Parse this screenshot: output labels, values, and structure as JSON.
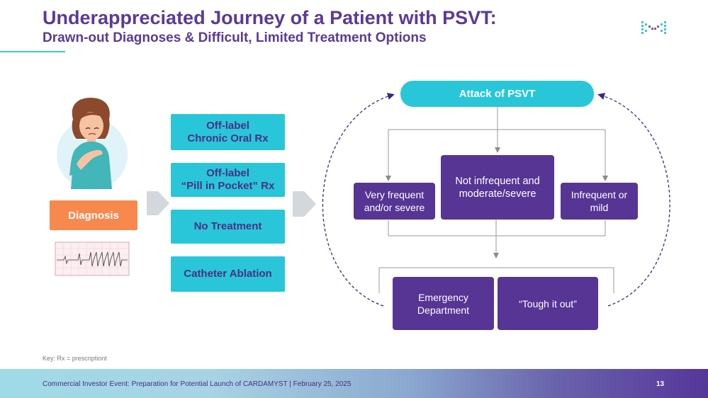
{
  "header": {
    "title": "Underappreciated Journey of a Patient with PSVT:",
    "subtitle": "Drawn-out Diagnoses & Difficult, Limited Treatment Options"
  },
  "left": {
    "diagnosis_label": "Diagnosis"
  },
  "treatments": [
    {
      "line1": "Off-label",
      "line2": "Chronic Oral Rx"
    },
    {
      "line1": "Off-label",
      "line2": "“Pill in Pocket” Rx"
    },
    {
      "line1": "No Treatment",
      "line2": ""
    },
    {
      "line1": "Catheter Ablation",
      "line2": ""
    }
  ],
  "flow": {
    "attack": "Attack of PSVT",
    "very_frequent": "Very frequent and/or severe",
    "not_infrequent": "Not infrequent and moderate/severe",
    "infrequent": "Infrequent or mild",
    "emergency": "Emergency Department",
    "tough": "“Tough it out”"
  },
  "key": "Key: Rx = prescriptiont",
  "footer": {
    "text": "Commercial Investor Event: Preparation for Potential Launch of CARDAMYST | February 25, 2025",
    "page": "13"
  },
  "colors": {
    "title": "#5b3a96",
    "teal": "#29c6d9",
    "purple": "#563595",
    "orange": "#f7894f",
    "arrow_gray": "#d3d8dc"
  },
  "icons": [
    "patient-chest-pain-icon",
    "ecg-strip-icon",
    "company-logo-icon"
  ]
}
